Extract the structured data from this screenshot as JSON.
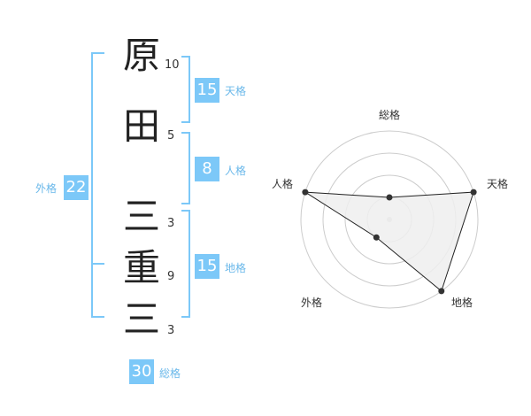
{
  "characters": [
    {
      "char": "原",
      "strokes": "10"
    },
    {
      "char": "田",
      "strokes": "5"
    },
    {
      "char": "三",
      "strokes": "3"
    },
    {
      "char": "重",
      "strokes": "9"
    },
    {
      "char": "三",
      "strokes": "3"
    }
  ],
  "kaku": {
    "tenkaku": {
      "value": "15",
      "label": "天格"
    },
    "jinkaku": {
      "value": "8",
      "label": "人格"
    },
    "chikaku": {
      "value": "15",
      "label": "地格"
    },
    "gaikaku": {
      "value": "22",
      "label": "外格"
    },
    "soukaku": {
      "value": "30",
      "label": "総格"
    }
  },
  "colors": {
    "accent": "#7cc8f8",
    "bracket": "#7cc8f8",
    "label": "#6ab8ea",
    "radar_fill": "#eeeeee",
    "radar_stroke": "#222222",
    "grid": "#cccccc"
  },
  "chart_data": {
    "type": "radar",
    "axes": [
      "総格",
      "天格",
      "地格",
      "外格",
      "人格"
    ],
    "levels": 4,
    "max": 4,
    "series": [
      {
        "values": [
          1,
          4,
          4,
          1,
          4
        ]
      }
    ]
  }
}
